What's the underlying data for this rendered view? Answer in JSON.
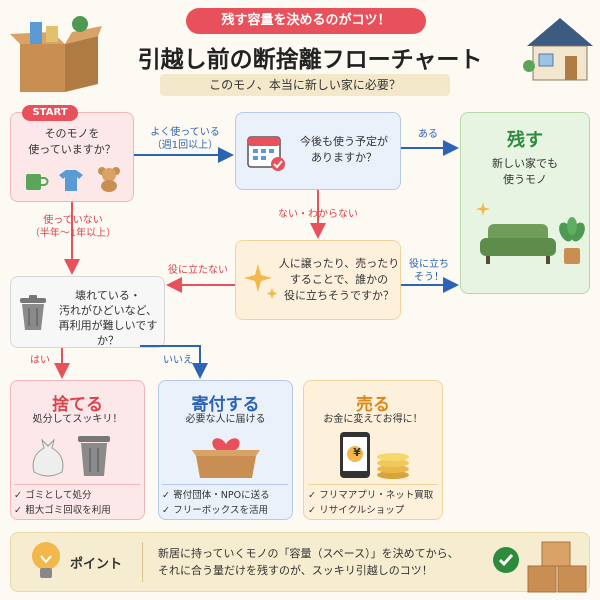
{
  "header": {
    "tagline": "残す容量を決めるのがコツ！",
    "title": "引越し前の断捨離フローチャート",
    "subtitle": "このモノ、本当に新しい家に必要？"
  },
  "start": {
    "tag": "START",
    "question": "そのモノを\n使っていますか？"
  },
  "labels": {
    "used": "よく使っている\n（週1回以上）",
    "not_used": "使っていない\n（半年〜1年以上）",
    "yes_plan": "ある",
    "no_plan": "ない・わからない",
    "not_useful": "役に立たない",
    "useful": "役に立ち\nそう！",
    "yes": "はい",
    "no": "いいえ"
  },
  "q_future": "今後も使う予定が\nありますか？",
  "q_useful": "人に譲ったり、売ったり\nすることで、誰かの\n役に立ちそうですか？",
  "q_broken": "壊れている・\n汚れがひどいなど、\n再利用が難しいですか？",
  "keep": {
    "title": "残す",
    "desc": "新しい家でも\n使うモノ"
  },
  "throw": {
    "title": "捨てる",
    "desc": "処分してスッキリ！",
    "items": [
      "ゴミとして処分",
      "粗大ゴミ回収を利用"
    ]
  },
  "donate": {
    "title": "寄付する",
    "desc": "必要な人に届ける",
    "items": [
      "寄付団体・NPOに送る",
      "フリーボックスを活用"
    ]
  },
  "sell": {
    "title": "売る",
    "desc": "お金に変えてお得に！",
    "items": [
      "フリマアプリ・ネット買取",
      "リサイクルショップ"
    ],
    "coin_symbol": "¥"
  },
  "point": {
    "label": "ポイント",
    "text": "新居に持っていくモノの「容量（スペース）」を決めてから、\nそれに合う量だけを残すのが、スッキリ引越しのコツ！"
  },
  "colors": {
    "accent_red": "#e8505b",
    "accent_blue": "#2d63b5",
    "accent_green": "#2e8b3e",
    "accent_orange": "#d98a1b"
  }
}
